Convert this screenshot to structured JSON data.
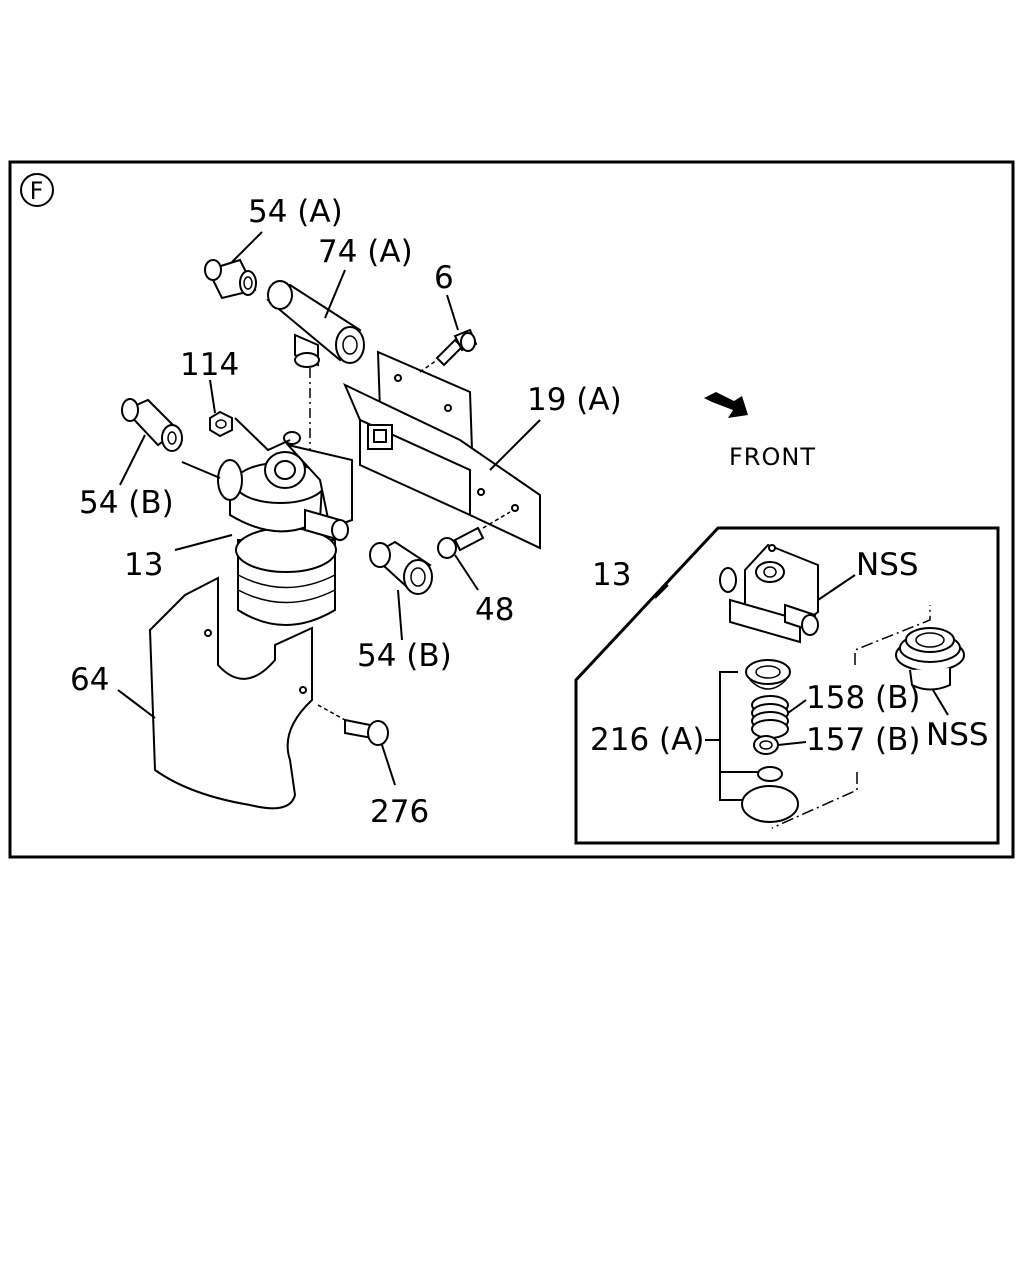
{
  "section_marker": "F",
  "direction": {
    "label": "FRONT"
  },
  "labels": {
    "l54a": "54 (A)",
    "l74a": "74 (A)",
    "l6": "6",
    "l114": "114",
    "l19a": "19 (A)",
    "l54b_left": "54 (B)",
    "l13_main": "13",
    "l48": "48",
    "l54b_mid": "54 (B)",
    "l64": "64",
    "l276": "276"
  },
  "inset": {
    "ref_label": "13",
    "nss_top": "NSS",
    "l158b": "158 (B)",
    "l216a": "216 (A)",
    "l157b": "157 (B)",
    "nss_bottom": "NSS"
  }
}
